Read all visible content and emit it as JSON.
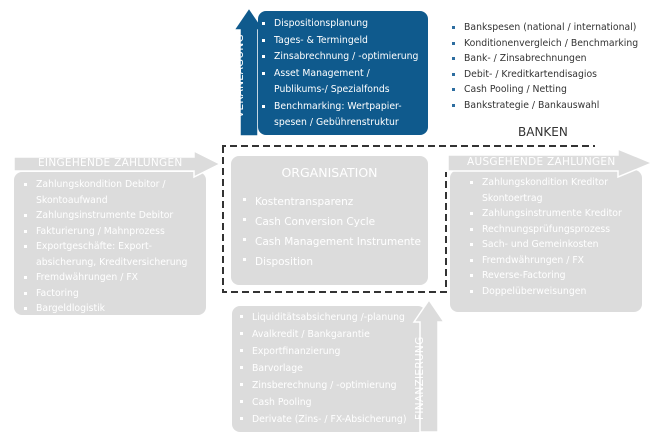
{
  "veranlagung": {
    "label": "VERANLAGUNG",
    "items": [
      "Dispositionsplanung",
      "Tages- & Termingeld",
      "Zinsabrechnung / -optimierung",
      "Asset Management / Publikums-/ Spezialfonds",
      "Benchmarking: Wertpapier-spesen / Gebührenstruktur"
    ]
  },
  "banken": {
    "label": "BANKEN",
    "items": [
      "Bankspesen (national / international)",
      "Konditionenvergleich / Benchmarking",
      "Bank- / Zinsabrechnungen",
      "Debit- / Kreditkartendisagios",
      "Cash Pooling / Netting",
      "Bankstrategie / Bankauswahl"
    ]
  },
  "eingehende": {
    "label": "EINGEHENDE ZAHLUNGEN",
    "items": [
      "Zahlungskondition Debitor / Skontoaufwand",
      "Zahlungsinstrumente Debitor",
      "Fakturierung / Mahnprozess",
      "Exportgeschäfte: Export-absicherung, Kreditversicherung",
      "Fremdwährungen / FX",
      "Factoring",
      "Bargeldlogistik"
    ]
  },
  "organisation": {
    "label": "ORGANISATION",
    "items": [
      "Kostentransparenz",
      "Cash Conversion Cycle",
      "Cash Management Instrumente",
      "Disposition"
    ]
  },
  "ausgehende": {
    "label": "AUSGEHENDE ZAHLUNGEN",
    "items": [
      "Zahlungskondition Kreditor Skontoertrag",
      "Zahlungsinstrumente Kreditor",
      "Rechnungsprüfungsprozess",
      "Sach- und Gemeinkosten",
      "Fremdwährungen / FX",
      "Reverse-Factoring",
      "Doppelüberweisungen"
    ]
  },
  "finanzierung": {
    "label": "FINANZIERUNG",
    "items": [
      "Liquiditätsabsicherung /-planung",
      "Avalkredit / Bankgarantie",
      "Exportfinanzierung",
      "Barvorlage",
      "Zinsberechnung / -optimierung",
      "Cash Pooling",
      "Derivate (Zins- / FX-Absicherung)"
    ]
  },
  "colors": {
    "blue": "#0f5a8d",
    "gray": "#dcdcdc",
    "text": "#333333"
  }
}
